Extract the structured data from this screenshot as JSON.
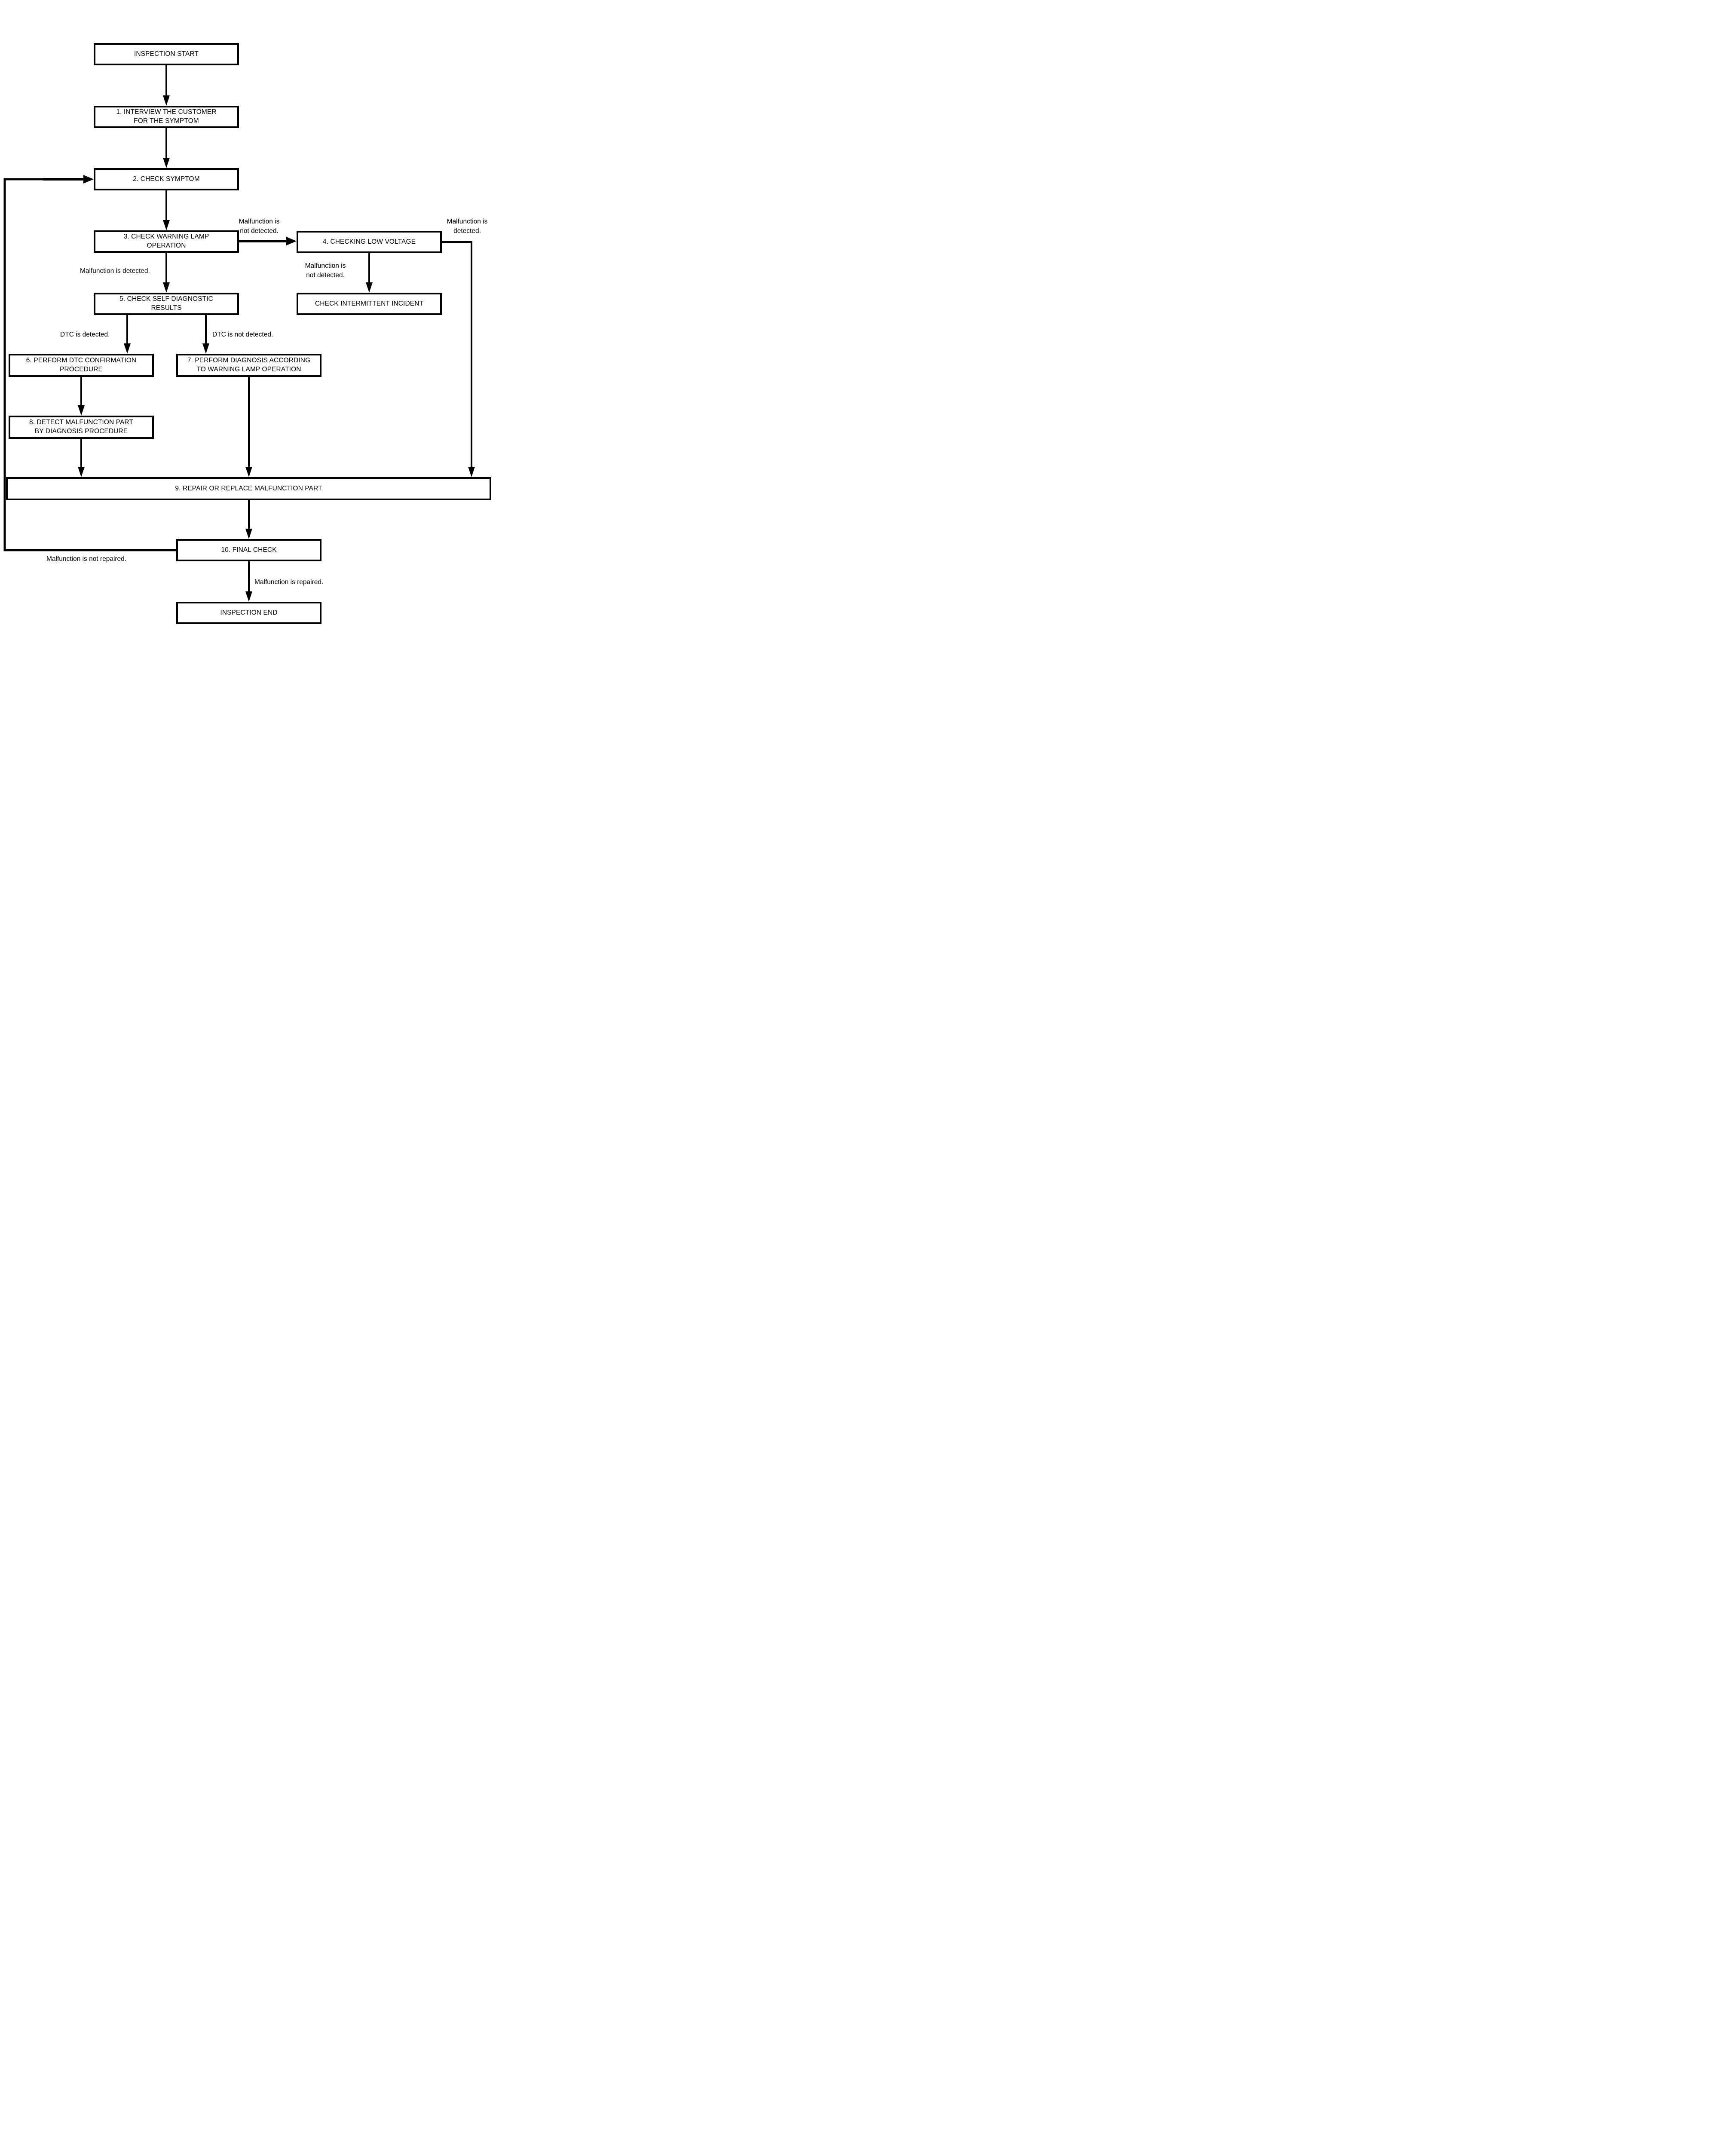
{
  "diagram_type": "flowchart",
  "colors": {
    "line": "#000000",
    "background": "#ffffff",
    "box_fill": "#ffffff",
    "text": "#000000"
  },
  "nodes": {
    "start": {
      "label": "INSPECTION START"
    },
    "step1": {
      "label": "1. INTERVIEW THE CUSTOMER\nFOR THE SYMPTOM"
    },
    "step2": {
      "label": "2. CHECK SYMPTOM"
    },
    "step3": {
      "label": "3. CHECK WARNING LAMP\nOPERATION"
    },
    "step4": {
      "label": "4. CHECKING LOW VOLTAGE"
    },
    "step5": {
      "label": "5. CHECK SELF DIAGNOSTIC\nRESULTS"
    },
    "intermittent": {
      "label": "CHECK INTERMITTENT INCIDENT"
    },
    "step6": {
      "label": "6. PERFORM DTC CONFIRMATION\nPROCEDURE"
    },
    "step7": {
      "label": "7. PERFORM DIAGNOSIS ACCORDING\nTO WARNING LAMP OPERATION"
    },
    "step8": {
      "label": "8. DETECT MALFUNCTION PART\nBY DIAGNOSIS PROCEDURE"
    },
    "step9": {
      "label": "9. REPAIR OR REPLACE MALFUNCTION PART"
    },
    "step10": {
      "label": "10. FINAL CHECK"
    },
    "end": {
      "label": "INSPECTION END"
    }
  },
  "edge_labels": {
    "malfunction_not_detected_top": {
      "text": "Malfunction is\nnot detected."
    },
    "malfunction_detected_right": {
      "text": "Malfunction is\ndetected."
    },
    "malfunction_detected_left": {
      "text": "Malfunction is detected."
    },
    "malfunction_not_detected_mid": {
      "text": "Malfunction is\nnot detected."
    },
    "dtc_detected": {
      "text": "DTC is detected."
    },
    "dtc_not_detected": {
      "text": "DTC is not detected."
    },
    "malfunction_not_repaired": {
      "text": "Malfunction is not repaired."
    },
    "malfunction_repaired": {
      "text": "Malfunction is repaired."
    }
  },
  "edges": [
    {
      "from": "start",
      "to": "step1",
      "label": ""
    },
    {
      "from": "step1",
      "to": "step2",
      "label": ""
    },
    {
      "from": "step2",
      "to": "step3",
      "label": ""
    },
    {
      "from": "step3",
      "to": "step4",
      "label": "Malfunction is not detected."
    },
    {
      "from": "step3",
      "to": "step5",
      "label": "Malfunction is detected."
    },
    {
      "from": "step4",
      "to": "intermittent",
      "label": "Malfunction is not detected."
    },
    {
      "from": "step4",
      "to": "step9",
      "label": "Malfunction is detected."
    },
    {
      "from": "step5",
      "to": "step6",
      "label": "DTC is detected."
    },
    {
      "from": "step5",
      "to": "step7",
      "label": "DTC is not detected."
    },
    {
      "from": "step6",
      "to": "step8",
      "label": ""
    },
    {
      "from": "step8",
      "to": "step9",
      "label": ""
    },
    {
      "from": "step7",
      "to": "step9",
      "label": ""
    },
    {
      "from": "step9",
      "to": "step10",
      "label": ""
    },
    {
      "from": "step10",
      "to": "end",
      "label": "Malfunction is repaired."
    },
    {
      "from": "step10",
      "to": "step2",
      "label": "Malfunction is not repaired."
    }
  ]
}
